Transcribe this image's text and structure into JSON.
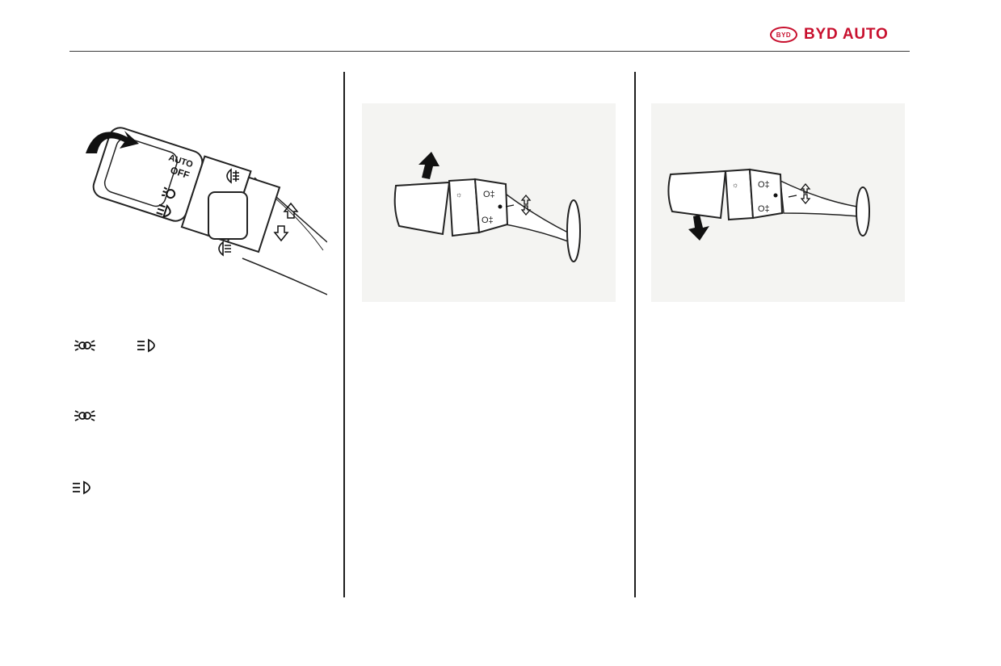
{
  "header": {
    "brand_badge": "BYD",
    "brand_text": "BYD AUTO"
  },
  "illustration_1": {
    "switch_labels": {
      "auto": "AUTO",
      "off": "OFF"
    }
  },
  "indicators": [
    {
      "row": 1,
      "icons": [
        "parking-light-icon",
        "low-beam-icon"
      ]
    },
    {
      "row": 2,
      "icons": [
        "parking-light-icon"
      ]
    },
    {
      "row": 3,
      "icons": [
        "low-beam-icon"
      ]
    }
  ],
  "colors": {
    "brand": "#c8102e",
    "rule": "#3a3a3a",
    "illustration_bg": "#f4f4f2"
  }
}
